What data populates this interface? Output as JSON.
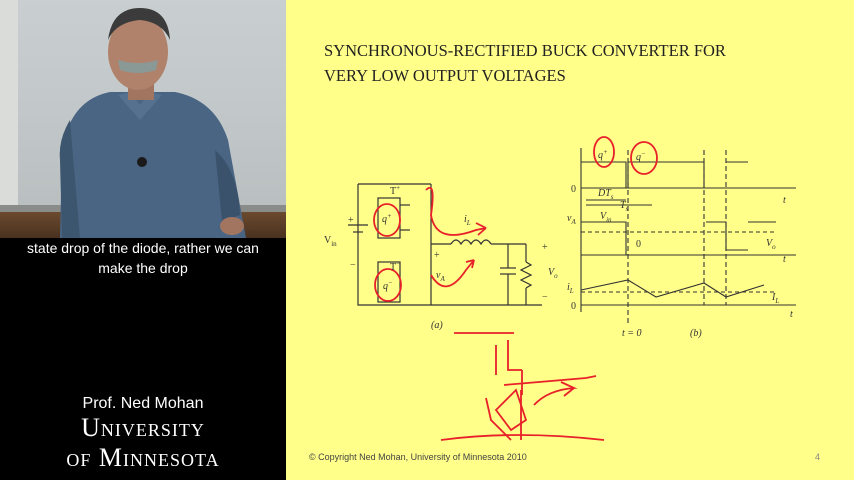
{
  "video": {
    "caption_lines": [
      "state drop of the diode, rather we can",
      "make the drop"
    ],
    "presenter_name": "Prof. Ned Mohan",
    "institution_line1": "University",
    "institution_line2": "of Minnesota"
  },
  "slide": {
    "title_line1": "SYNCHRONOUS-RECTIFIED BUCK CONVERTER FOR",
    "title_line2": "VERY LOW OUTPUT VOLTAGES",
    "copyright": "© Copyright Ned Mohan, University of Minnesota 2010",
    "page_number": "4",
    "circuit": {
      "vin": "V",
      "vin_sub": "in",
      "t_plus": "T",
      "t_minus": "T",
      "q_plus": "q",
      "q_minus": "q",
      "il": "i",
      "il_sub": "L",
      "va": "v",
      "va_sub": "A",
      "vo": "V",
      "vo_sub": "o",
      "plus": "+",
      "minus": "−",
      "caption": "(a)"
    },
    "waveforms": {
      "q_plus": "q",
      "q_minus": "q",
      "zero1": "0",
      "zero2": "0",
      "zero3": "0",
      "dts": "DT",
      "dts_sub": "s",
      "ts": "T",
      "ts_sub": "s",
      "va": "v",
      "va_sub": "A",
      "vin": "V",
      "vin_sub": "in",
      "vo": "V",
      "vo_sub": "o",
      "il": "i",
      "il_sub": "L",
      "il_avg": "I",
      "il_avg_sub": "L",
      "t": "t",
      "t_eq": "t = 0",
      "caption": "(b)"
    }
  },
  "colors": {
    "slide_bg": "#ffff8a",
    "annotation_red": "#e8202a",
    "ink": "#333333"
  }
}
